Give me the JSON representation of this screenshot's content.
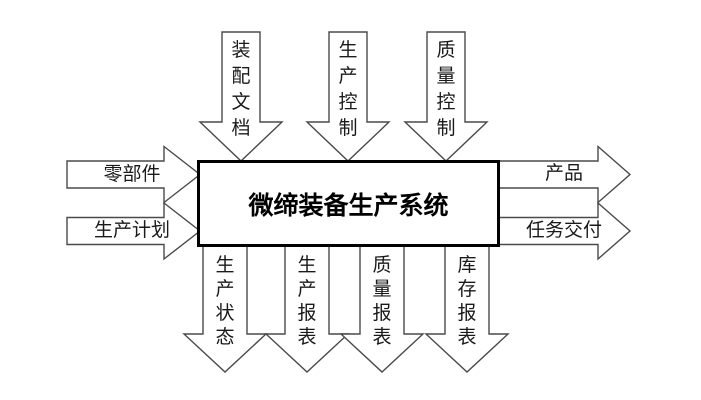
{
  "diagram": {
    "title": "微缔装备生产系统",
    "top_inputs": [
      {
        "label": "装配文档"
      },
      {
        "label": "生产控制"
      },
      {
        "label": "质量控制"
      }
    ],
    "left_inputs": [
      {
        "label": "零部件"
      },
      {
        "label": "生产计划"
      }
    ],
    "right_outputs": [
      {
        "label": "产品"
      },
      {
        "label": "任务交付"
      }
    ],
    "bottom_outputs": [
      {
        "label": "生产状态"
      },
      {
        "label": "生产报表"
      },
      {
        "label": "质量报表"
      },
      {
        "label": "库存报表"
      }
    ],
    "colors": {
      "background": "#ffffff",
      "arrow_outline": "#4a4a4a",
      "arrow_fill": "#ffffff",
      "box_border": "#000000",
      "label_text": "#1a1a1a",
      "title_text": "#000000"
    }
  }
}
